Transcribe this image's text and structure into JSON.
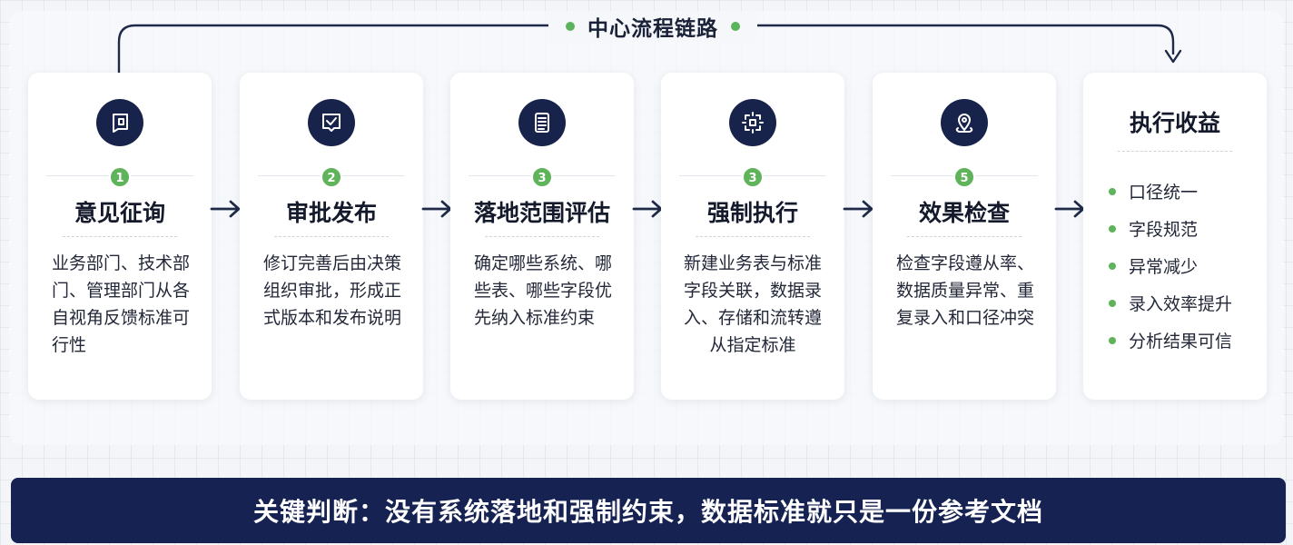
{
  "flow": {
    "title": "中心流程链路"
  },
  "steps": [
    {
      "num": "1",
      "title": "意见征询",
      "desc": "业务部门、技术部门、管理部门从各自视角反馈标准可行性",
      "icon": "comment-question-icon"
    },
    {
      "num": "2",
      "title": "审批发布",
      "desc": "修订完善后由决策组织审批，形成正式版本和发布说明",
      "icon": "approval-check-icon"
    },
    {
      "num": "3",
      "title": "落地范围评估",
      "desc": "确定哪些系统、哪些表、哪些字段优先纳入标准约束",
      "icon": "document-list-icon"
    },
    {
      "num": "3",
      "title": "强制执行",
      "desc": "新建业务表与标准字段关联，数据录入、存储和流转遵从指定标准",
      "icon": "integration-frame-icon"
    },
    {
      "num": "5",
      "title": "效果检查",
      "desc": "检查字段遵从率、数据质量异常、重复录入和口径冲突",
      "icon": "location-pin-icon"
    }
  ],
  "result": {
    "title": "执行收益",
    "items": [
      "口径统一",
      "字段规范",
      "异常减少",
      "录入效率提升",
      "分析结果可信"
    ]
  },
  "banner": {
    "text": "关键判断：没有系统落地和强制约束，数据标准就只是一份参考文档"
  },
  "colors": {
    "navy": "#17234a",
    "green": "#5fb35a",
    "banner": "#152252"
  }
}
